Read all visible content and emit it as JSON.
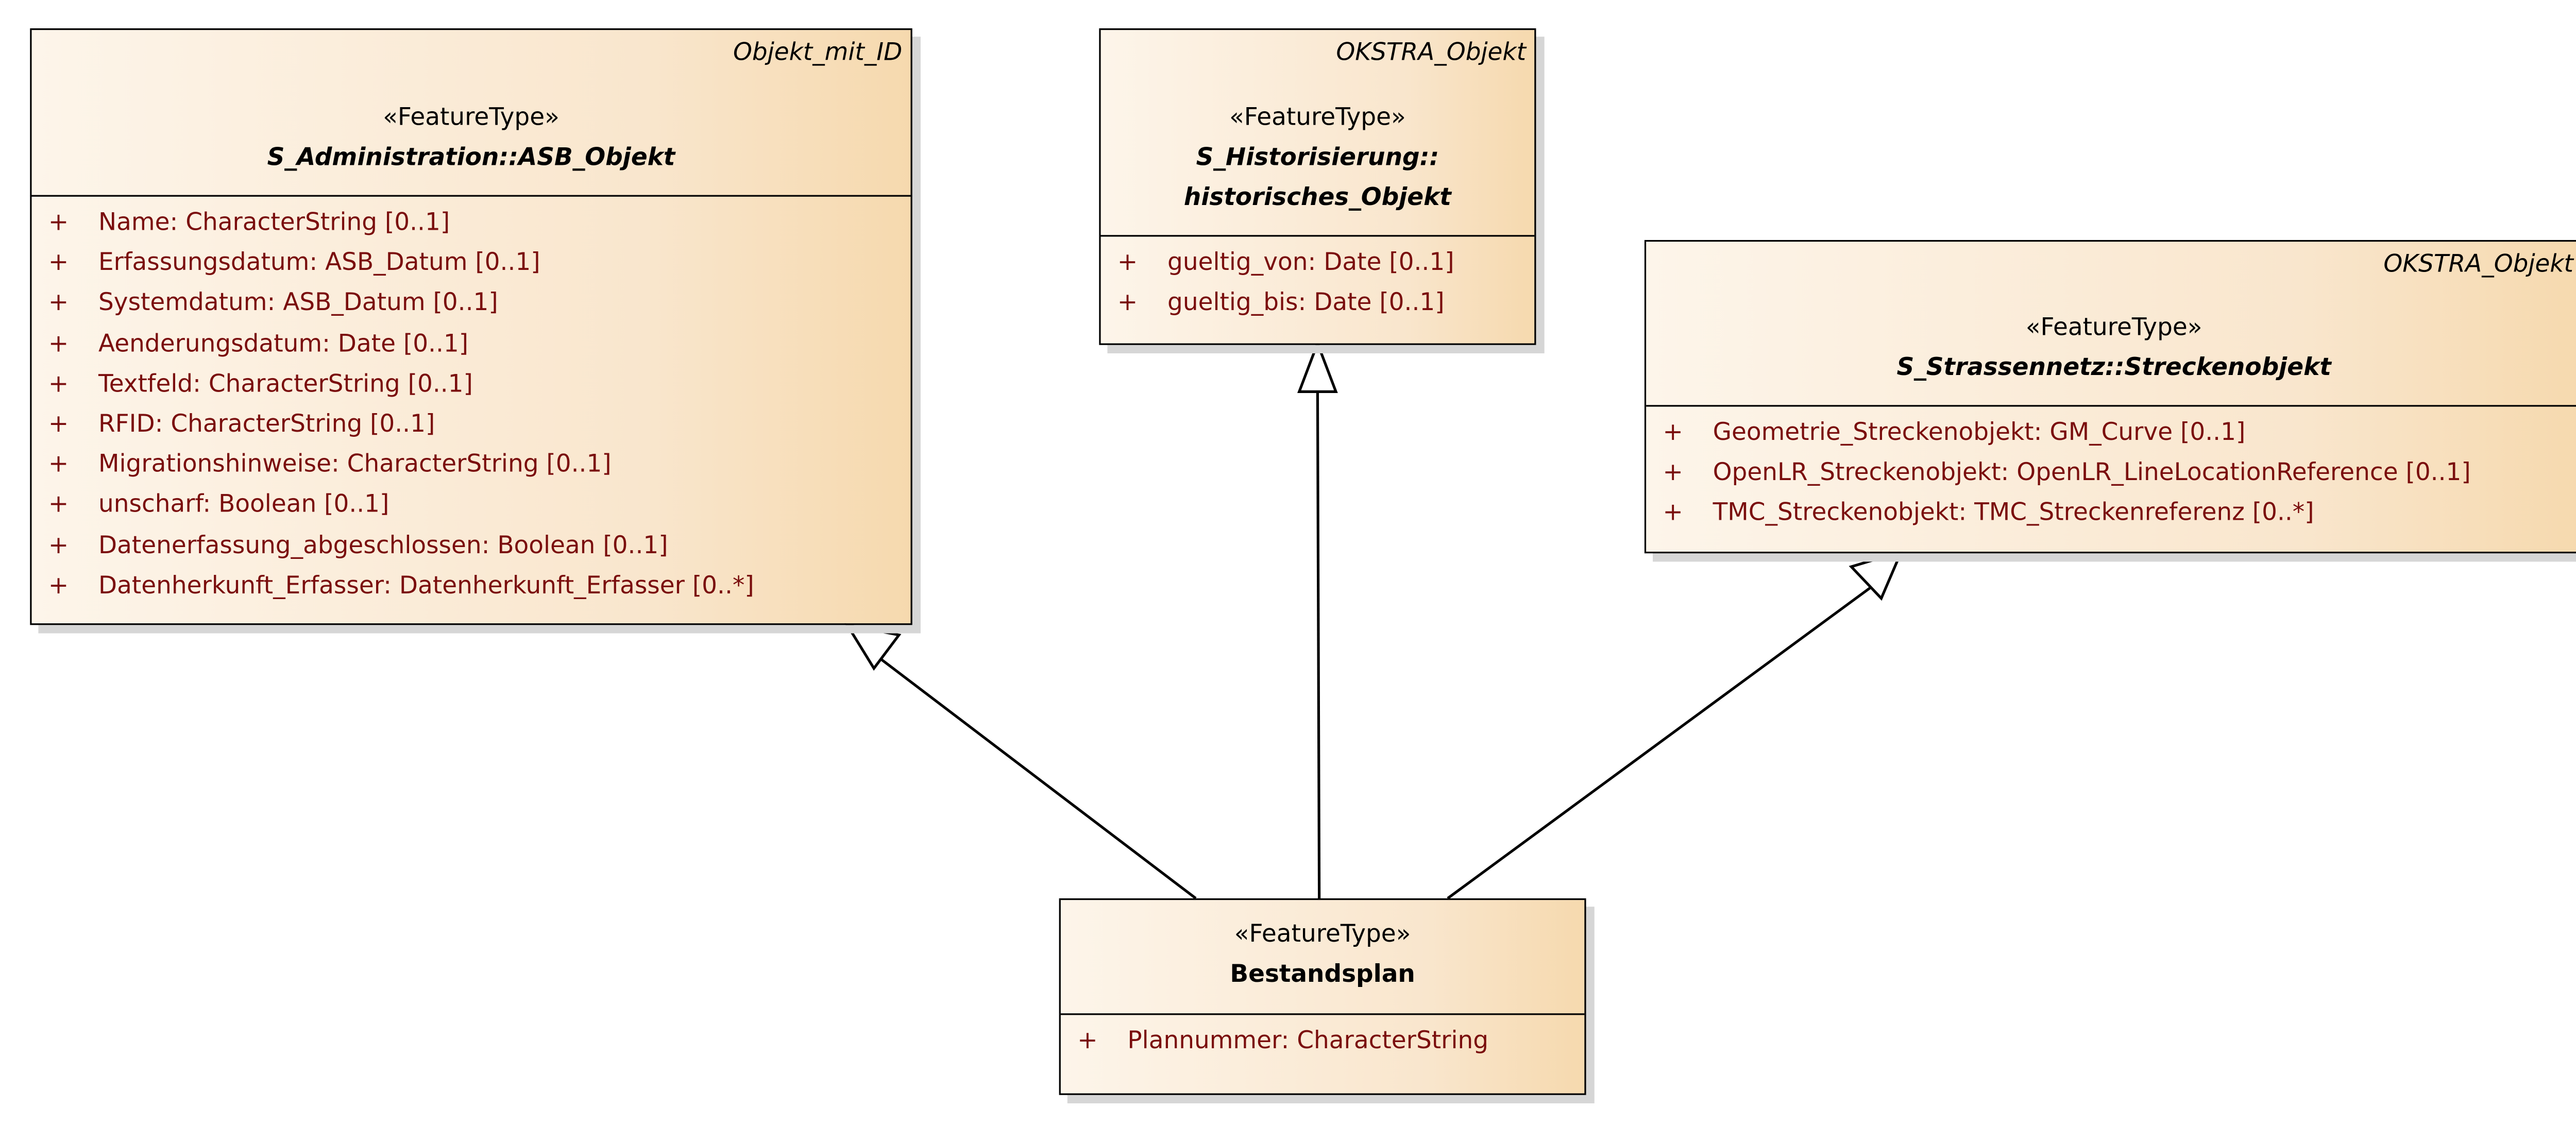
{
  "classes": {
    "asb_objekt": {
      "parent": "Objekt_mit_ID",
      "stereotype": "«FeatureType»",
      "name": "S_Administration::ASB_Objekt",
      "attributes": [
        {
          "vis": "+",
          "text": "Name: CharacterString [0..1]"
        },
        {
          "vis": "+",
          "text": "Erfassungsdatum: ASB_Datum [0..1]"
        },
        {
          "vis": "+",
          "text": "Systemdatum: ASB_Datum [0..1]"
        },
        {
          "vis": "+",
          "text": "Aenderungsdatum: Date [0..1]"
        },
        {
          "vis": "+",
          "text": "Textfeld: CharacterString [0..1]"
        },
        {
          "vis": "+",
          "text": "RFID: CharacterString [0..1]"
        },
        {
          "vis": "+",
          "text": "Migrationshinweise: CharacterString [0..1]"
        },
        {
          "vis": "+",
          "text": "unscharf: Boolean [0..1]"
        },
        {
          "vis": "+",
          "text": "Datenerfassung_abgeschlossen: Boolean [0..1]"
        },
        {
          "vis": "+",
          "text": "Datenherkunft_Erfasser: Datenherkunft_Erfasser [0..*]"
        }
      ]
    },
    "historisches_objekt": {
      "parent": "OKSTRA_Objekt",
      "stereotype": "«FeatureType»",
      "name_line1": "S_Historisierung::",
      "name_line2": "historisches_Objekt",
      "attributes": [
        {
          "vis": "+",
          "text": "gueltig_von: Date [0..1]"
        },
        {
          "vis": "+",
          "text": "gueltig_bis: Date [0..1]"
        }
      ]
    },
    "streckenobjekt": {
      "parent": "OKSTRA_Objekt",
      "stereotype": "«FeatureType»",
      "name": "S_Strassennetz::Streckenobjekt",
      "attributes": [
        {
          "vis": "+",
          "text": "Geometrie_Streckenobjekt: GM_Curve [0..1]"
        },
        {
          "vis": "+",
          "text": "OpenLR_Streckenobjekt: OpenLR_LineLocationReference [0..1]"
        },
        {
          "vis": "+",
          "text": "TMC_Streckenobjekt: TMC_Streckenreferenz [0..*]"
        }
      ]
    },
    "bestandsplan": {
      "stereotype": "«FeatureType»",
      "name": "Bestandsplan",
      "attributes": [
        {
          "vis": "+",
          "text": "Plannummer: CharacterString"
        }
      ]
    }
  }
}
